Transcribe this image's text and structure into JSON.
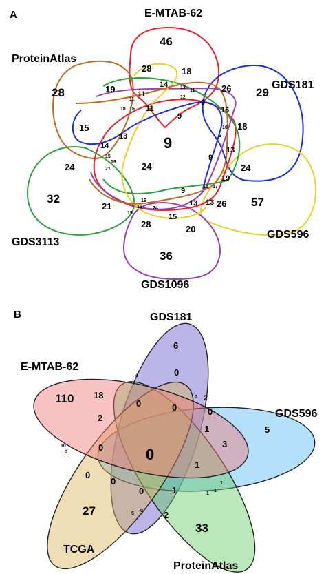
{
  "panel_a": {
    "label": "A",
    "sets": [
      "E-MTAB-62",
      "GDS181",
      "GDS596",
      "GDS1096",
      "GDS3113",
      "ProteinAtlas"
    ],
    "center": "9",
    "region_values": [
      "46",
      "28",
      "18",
      "14",
      "11",
      "11",
      "13",
      "11",
      "12",
      "11",
      "18",
      "15",
      "9",
      "9",
      "26",
      "29",
      "16",
      "18",
      "10",
      "9",
      "13",
      "24",
      "9",
      "24",
      "19",
      "17",
      "10",
      "57",
      "26",
      "13",
      "9",
      "13",
      "15",
      "20",
      "36",
      "28",
      "24",
      "16",
      "15",
      "16",
      "21",
      "32",
      "24",
      "21",
      "19",
      "15",
      "14",
      "13",
      "28",
      "19",
      "15"
    ]
  },
  "panel_b": {
    "label": "B",
    "sets": [
      "GDS181",
      "GDS596",
      "ProteinAtlas",
      "TCGA",
      "E-MTAB-62"
    ],
    "center": "0",
    "region_values": [
      "6",
      "0",
      "4",
      "2",
      "0",
      "2",
      "5",
      "0",
      "1",
      "3",
      "1",
      "1",
      "1",
      "1",
      "33",
      "2",
      "1",
      "0",
      "0",
      "5",
      "0",
      "27",
      "0",
      "10",
      "0",
      "110",
      "18",
      "2",
      "0",
      "0",
      "0"
    ],
    "colors": {
      "GDS181": "#6a5acd",
      "GDS596": "#57b8f0",
      "ProteinAtlas": "#66cc66",
      "TCGA": "#d9b45a",
      "E-MTAB-62": "#f27a7a"
    }
  }
}
